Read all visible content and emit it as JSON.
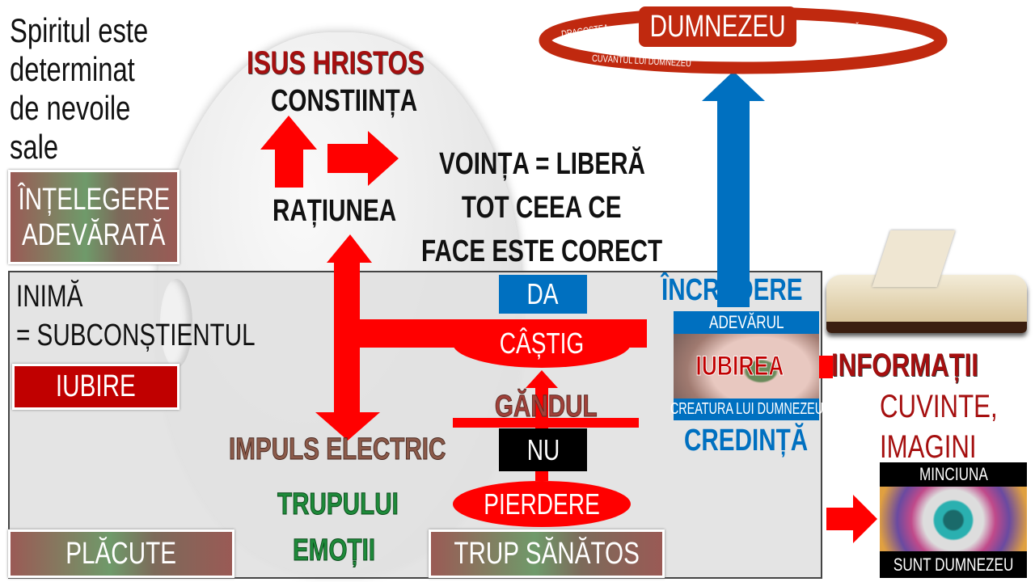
{
  "intro_text": [
    "Spiritul este",
    "determinat",
    "de nevoile",
    "sale"
  ],
  "understanding_box": [
    "ÎNȚELEGERE",
    "ADEVĂRATĂ"
  ],
  "isus": "ISUS HRISTOS",
  "constiinta": "CONSTIINȚA",
  "ratiunea": "RAȚIUNEA",
  "vointa": [
    "VOINȚA  = LIBERĂ",
    "TOT CEEA CE",
    "FACE ESTE CORECT"
  ],
  "god_ring": {
    "title": "DUMNEZEU",
    "left": "DRAGOSTEA",
    "right": "ROADĂ",
    "bottom": "CUVÂNTUL LUI DUMNEZEU"
  },
  "heart": [
    "INIMĂ",
    "= SUBCONȘTIENTUL"
  ],
  "love_box": "IUBIRE",
  "da": "DA",
  "castig": "CÂȘTIG",
  "gandul": "GĂNDUL",
  "nu": "NU",
  "pierdere": "PIERDERE",
  "impuls": "IMPULS ELECTRIC",
  "trupului": "TRUPULUI",
  "emotii": "EMOȚII",
  "placute": "PLĂCUTE",
  "trup_sanatos": "TRUP SĂNĂTOS",
  "incredere": "ÎNCREDERE",
  "eye_card": {
    "top": "ADEVĂRUL",
    "middle": "IUBIREA",
    "bottom": "CREATURA LUI DUMNEZEU"
  },
  "credinta": "CREDINȚĂ",
  "informatii": "INFORMAȚII",
  "cuvinte": [
    "CUVINTE,",
    "IMAGINI"
  ],
  "lie_card": {
    "top": "MINCIUNA",
    "bottom": "SUNT DUMNEZEU"
  },
  "colors": {
    "red": "#ff0000",
    "dark_red": "#a50f0f",
    "blue": "#0070c0",
    "green": "#1e8a3a",
    "brown": "#8b5a4a"
  }
}
